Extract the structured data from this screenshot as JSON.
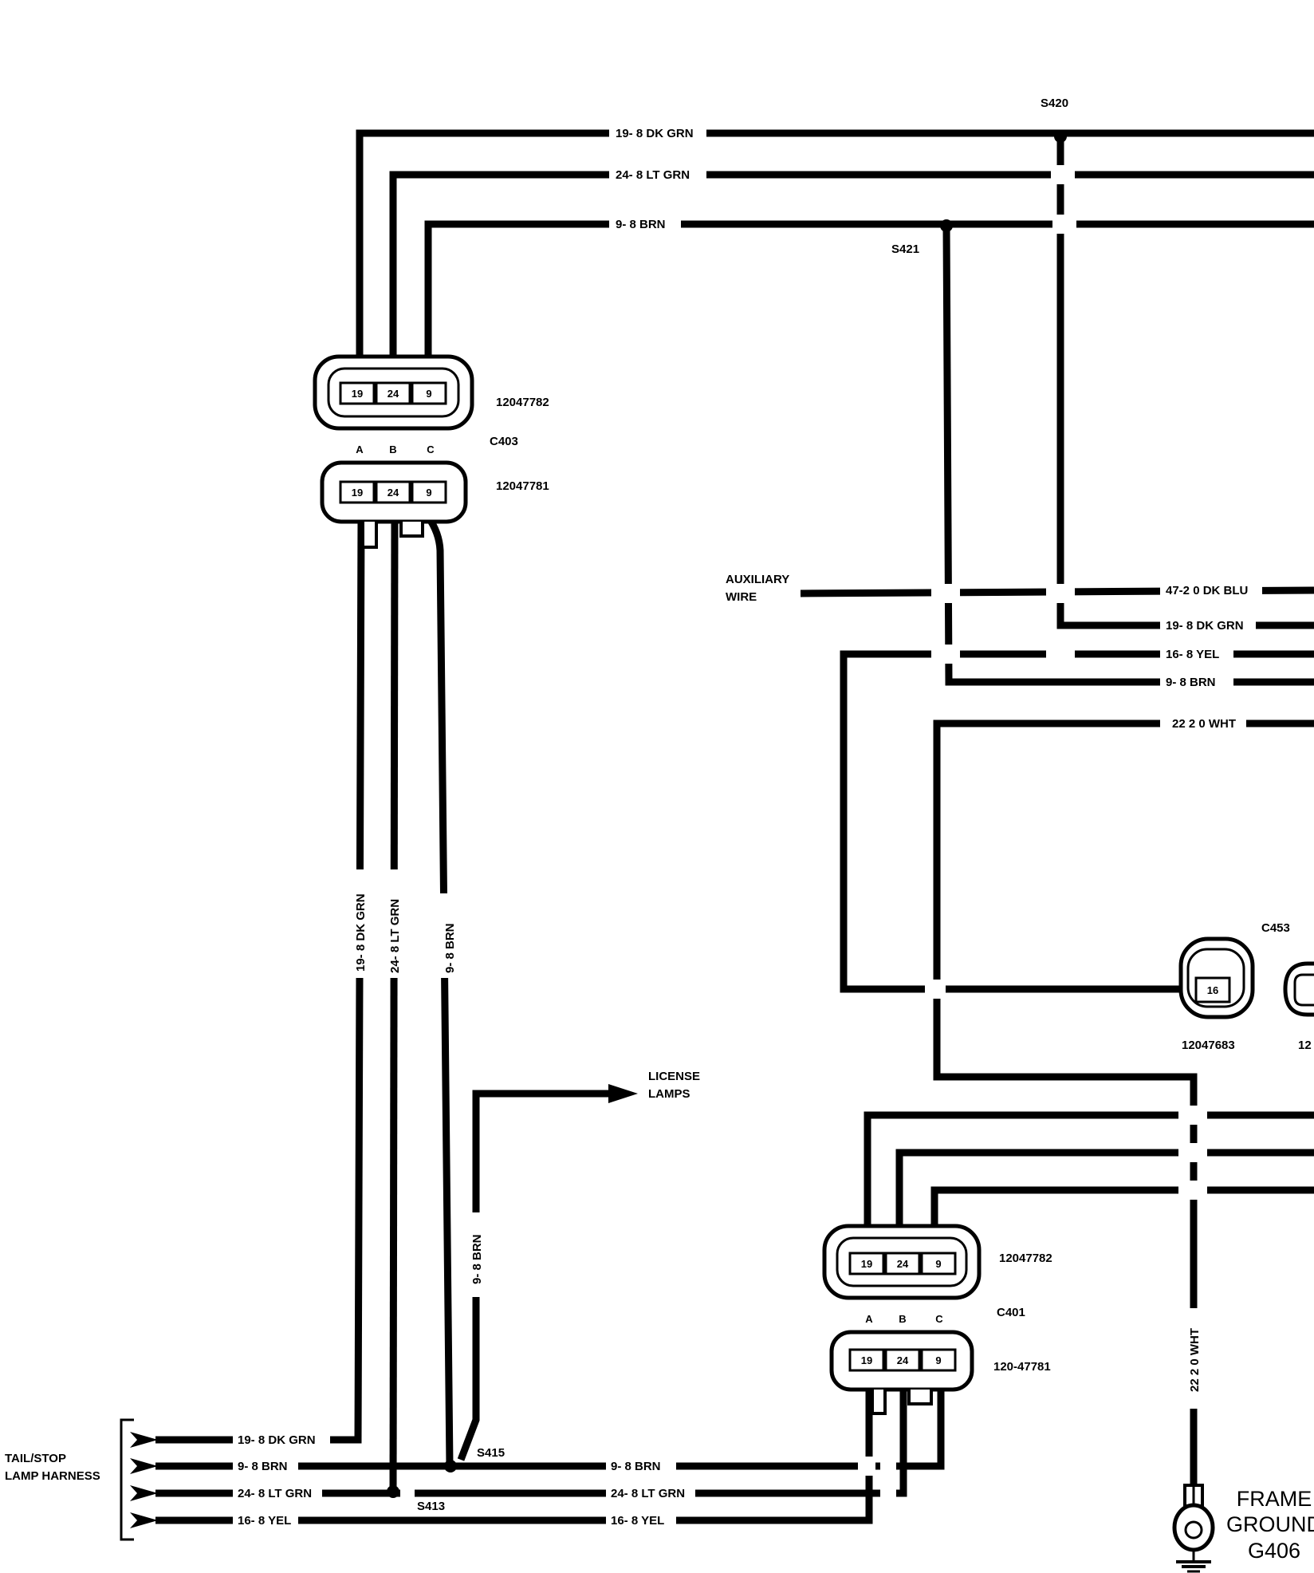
{
  "colors": {
    "wire": "#000000",
    "background": "#ffffff"
  },
  "splices": {
    "s420": "S420",
    "s421": "S421",
    "s415": "S415",
    "s413": "S413"
  },
  "connector_c403": {
    "id": "C403",
    "upper_part": "12047782",
    "lower_part": "12047781",
    "pins_upper": [
      "19",
      "24",
      "9"
    ],
    "pins_lower": [
      "19",
      "24",
      "9"
    ],
    "cavities": [
      "A",
      "B",
      "C"
    ]
  },
  "connector_c401": {
    "id": "C401",
    "upper_part": "12047782",
    "lower_part": "120-47781",
    "pins_upper": [
      "19",
      "24",
      "9"
    ],
    "pins_lower": [
      "19",
      "24",
      "9"
    ],
    "cavities": [
      "A",
      "B",
      "C"
    ]
  },
  "connector_c453": {
    "id": "C453",
    "pin": "16",
    "part": "12047683",
    "part_partial": "12"
  },
  "wires_top": [
    "19- 8 DK GRN",
    "24- 8 LT GRN",
    "9- 8 BRN"
  ],
  "wires_vertical_left": [
    "19- 8 DK GRN",
    "24- 8 LT GRN",
    "9- 8 BRN"
  ],
  "wire_license_vertical": "9- 8 BRN",
  "license_lamps": [
    "LICENSE",
    "LAMPS"
  ],
  "auxiliary_wire": [
    "AUXILIARY",
    "WIRE"
  ],
  "wires_right": [
    "47-2 0 DK BLU",
    "19- 8 DK GRN",
    "16- 8 YEL",
    "9- 8 BRN",
    "22 2 0 WHT"
  ],
  "wire_ground_vertical": "22 2 0 WHT",
  "harness": {
    "title": [
      "TAIL/STOP",
      "LAMP HARNESS"
    ],
    "wires": [
      "19- 8 DK GRN",
      "9- 8 BRN",
      "24- 8 LT GRN",
      "16- 8 YEL"
    ]
  },
  "wires_bottom_mid": [
    "9- 8 BRN",
    "24- 8 LT GRN",
    "16- 8 YEL"
  ],
  "ground": {
    "lines": [
      "FRAME",
      "GROUND",
      "G406"
    ]
  }
}
